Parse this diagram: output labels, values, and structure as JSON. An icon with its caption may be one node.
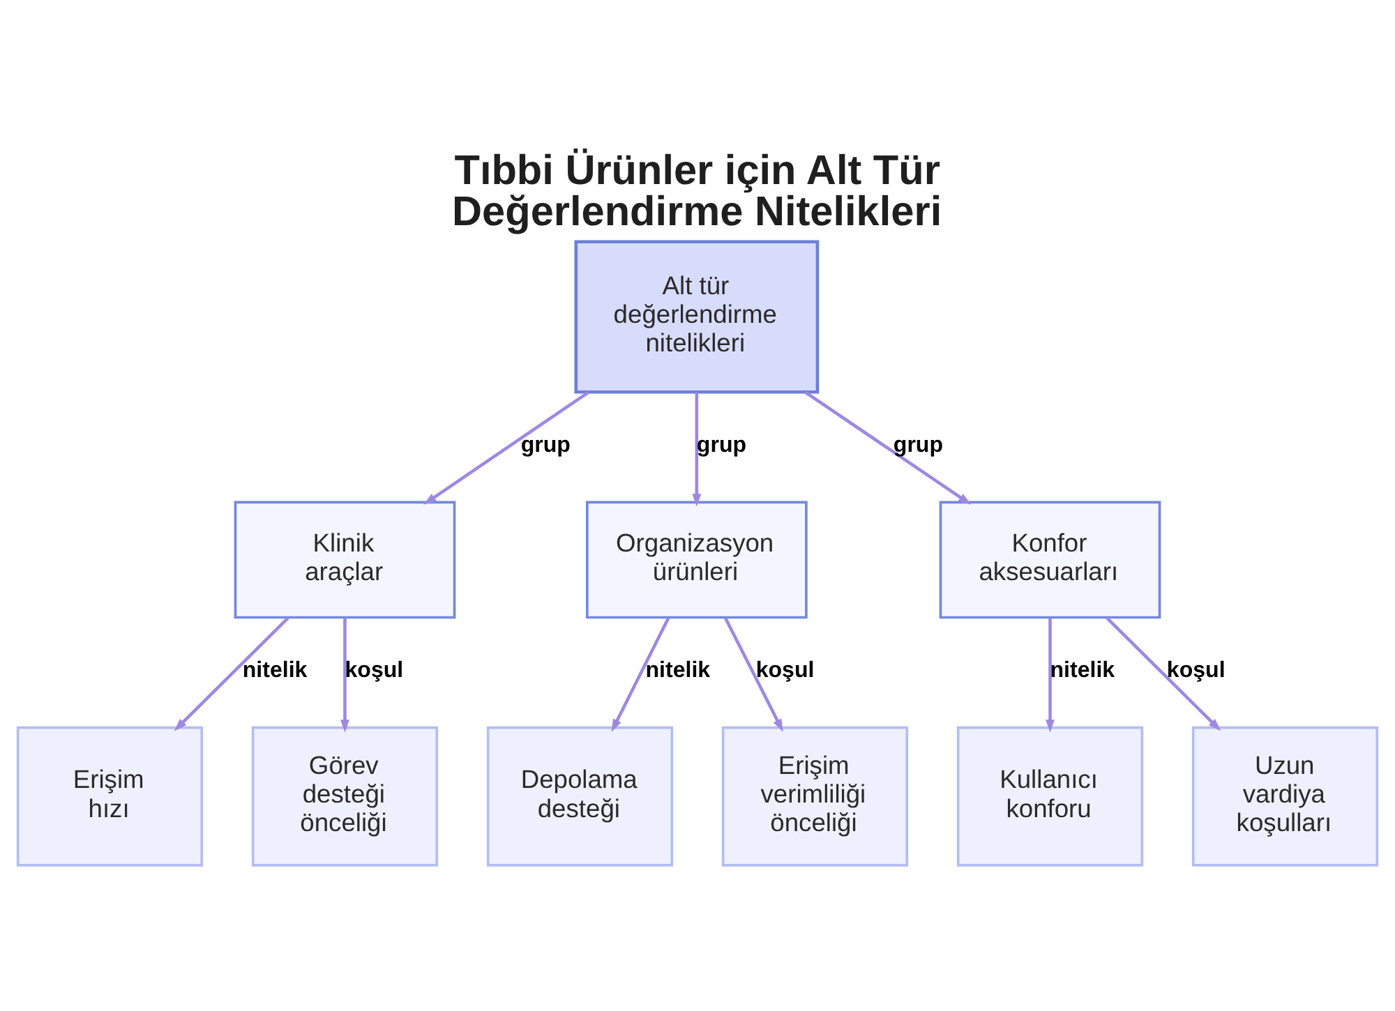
{
  "diagram": {
    "title": "Tıbbi Ürünler için Alt Tür Değerlendirme Nitelikleri",
    "nodes": [
      {
        "text": [
          "Alt tür değerlendirme nitelikleri"
        ]
      },
      {
        "text": [
          "Klinik araçlar"
        ]
      },
      {
        "text": [
          "Organizasyon ürünleri"
        ]
      },
      {
        "text": [
          "Konfor aksesuarları"
        ]
      },
      {
        "text": [
          "Erişim hızı"
        ]
      },
      {
        "text": [
          "Görev desteği önceliği"
        ]
      },
      {
        "text": [
          "Depolama desteği"
        ]
      },
      {
        "text": [
          "Erişim verimliliği önceliği"
        ]
      },
      {
        "text": [
          "Kullanıcı konforu"
        ]
      },
      {
        "text": [
          "Uzun vardiya koşulları"
        ]
      }
    ],
    "edges": [
      {
        "from": 0,
        "to": 1,
        "arrow": "to",
        "label": "grup"
      },
      {
        "from": 0,
        "to": 2,
        "arrow": "to",
        "label": "grup"
      },
      {
        "from": 0,
        "to": 3,
        "arrow": "to",
        "label": "grup"
      },
      {
        "from": 1,
        "to": 4,
        "arrow": "to",
        "label": "nitelik"
      },
      {
        "from": 1,
        "to": 5,
        "arrow": "to",
        "label": "koşul"
      },
      {
        "from": 2,
        "to": 6,
        "arrow": "to",
        "label": "nitelik"
      },
      {
        "from": 2,
        "to": 7,
        "arrow": "to",
        "label": "koşul"
      },
      {
        "from": 3,
        "to": 8,
        "arrow": "to",
        "label": "nitelik"
      },
      {
        "from": 3,
        "to": 9,
        "arrow": "to",
        "label": "koşul"
      }
    ]
  }
}
